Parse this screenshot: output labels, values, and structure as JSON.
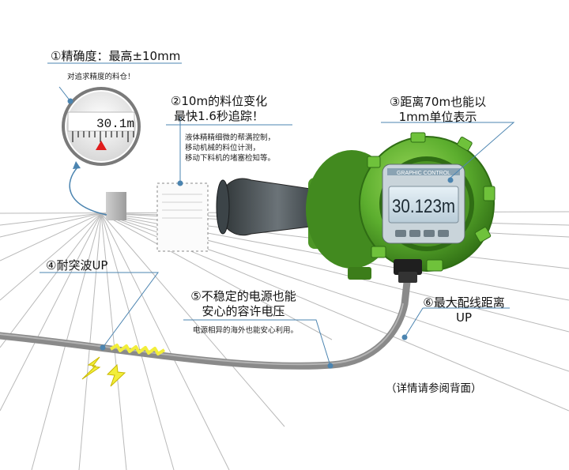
{
  "features": [
    {
      "id": "accuracy",
      "title": "①精确度：最高±10mm",
      "desc": "对追求精度的料仓！",
      "gauge_reading": "30.1m"
    },
    {
      "id": "tracking",
      "title_lines": [
        "②10m的料位变化",
        "最快1.6秒追踪！"
      ],
      "desc_lines": [
        "液体精精细微的帮满控制，",
        "移动机械的料位计测，",
        "移动下料机的堵塞检知等。"
      ]
    },
    {
      "id": "resolution",
      "title_lines": [
        "③距离70m也能以",
        "1mm单位表示"
      ],
      "display_reading": "30.123m",
      "display_header": "GRAPHIC CONTROL"
    },
    {
      "id": "noise",
      "title": "④耐突波UP"
    },
    {
      "id": "power",
      "title_lines": [
        "⑤不稳定的电源也能",
        "安心的容许电压"
      ],
      "desc": "电源相异的海外也能安心利用。"
    },
    {
      "id": "wiring",
      "title_lines": [
        "⑥最大配线距离",
        "UP"
      ]
    }
  ],
  "footnote": "（详情请参阅背面）",
  "colors": {
    "housing": "#5cae2e",
    "housing_dark": "#2f6d14",
    "leader": "#4b84b0",
    "cable": "#8a8a8a",
    "lightning": "#f2ee3a",
    "lcd": "#cfe0ea"
  }
}
